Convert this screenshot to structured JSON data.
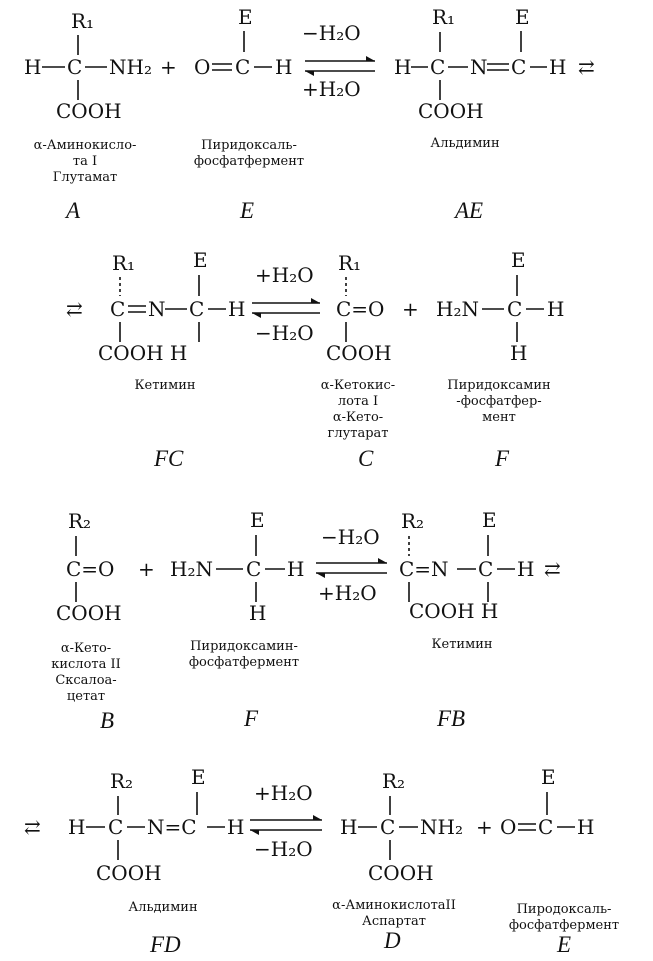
{
  "text": {
    "E": "E",
    "R1": "R₁",
    "R2": "R₂",
    "H": "H",
    "COOH": "COOH",
    "NH2": "NH₂",
    "H2N": "H₂N",
    "N": "N",
    "C": "C",
    "O": "O",
    "plus": "+",
    "minus_h2o": "−H₂O",
    "plus_h2o": "+H₂O",
    "eq_sign": "⇄",
    "C_O": "C=O",
    "O_C": "O=C",
    "C_N": "C=N",
    "N_C": "N=C",
    "COOH_H": "COOH H"
  },
  "labels": {
    "aa1_l1": "α-Аминокисло-",
    "aa1_l2": "та I",
    "aa1_l3": "Глутамат",
    "pl_l1": "Пиридоксаль-",
    "pl_l2": "фосфатфермент",
    "aldimin": "Альдимин",
    "ketimin": "Кетимин",
    "kk1_l1": "α-Кетокис-",
    "kk1_l2": "лота I",
    "kk1_l3": "α-Кето-",
    "kk1_l4": "глутарат",
    "pm_l1": "Пиридоксамин",
    "pm_l2": "-фосфатфер-",
    "pm_l3": "мент",
    "kk2_l1": "α-Кето-",
    "kk2_l2": "кислота II",
    "kk2_l3": "Сксалоа-",
    "kk2_l4": "цетат",
    "pm2_l1": "Пиридоксамин-",
    "pm2_l2": "фосфатфермент",
    "aldimin2": "Альдимин",
    "aa2_l1": "α-АминокислотаII",
    "aa2_l2": "Аспартат",
    "pl2_l1": "Пиродоксаль-",
    "pl2_l2": "фосфатфермент"
  },
  "letters": {
    "A": "A",
    "E": "E",
    "AE": "AE",
    "FC": "FC",
    "C": "C",
    "F": "F",
    "B": "B",
    "F2": "F",
    "FB": "FB",
    "FD": "FD",
    "D": "D",
    "E2": "E"
  }
}
